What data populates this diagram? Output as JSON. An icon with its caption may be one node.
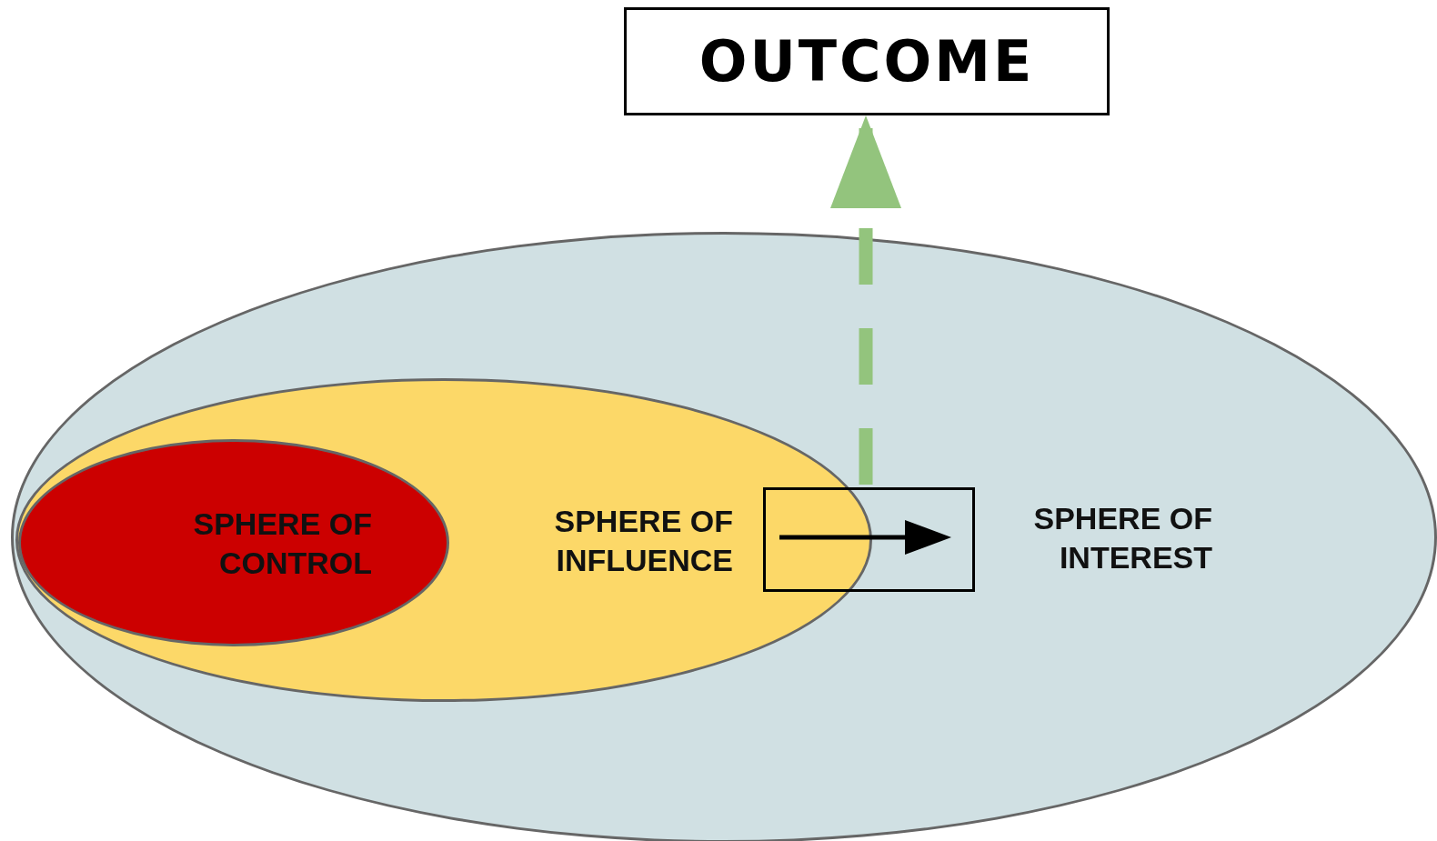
{
  "diagram": {
    "nodes": [
      {
        "text": [
          "SPHERE OF INTEREST"
        ]
      },
      {
        "text": [
          "SPHERE OF INFLUENCE"
        ],
        "in": 0
      },
      {
        "text": [
          "SPHERE OF CONTROL"
        ],
        "in": 1
      },
      {
        "text": [
          "OUTCOME"
        ]
      },
      {
        "text": [],
        "shape": "box",
        "in": 0
      }
    ],
    "edges": [
      {
        "from": 4,
        "to": 3,
        "arrow": "to",
        "style": "dashed",
        "color": "#93c47d"
      }
    ]
  }
}
